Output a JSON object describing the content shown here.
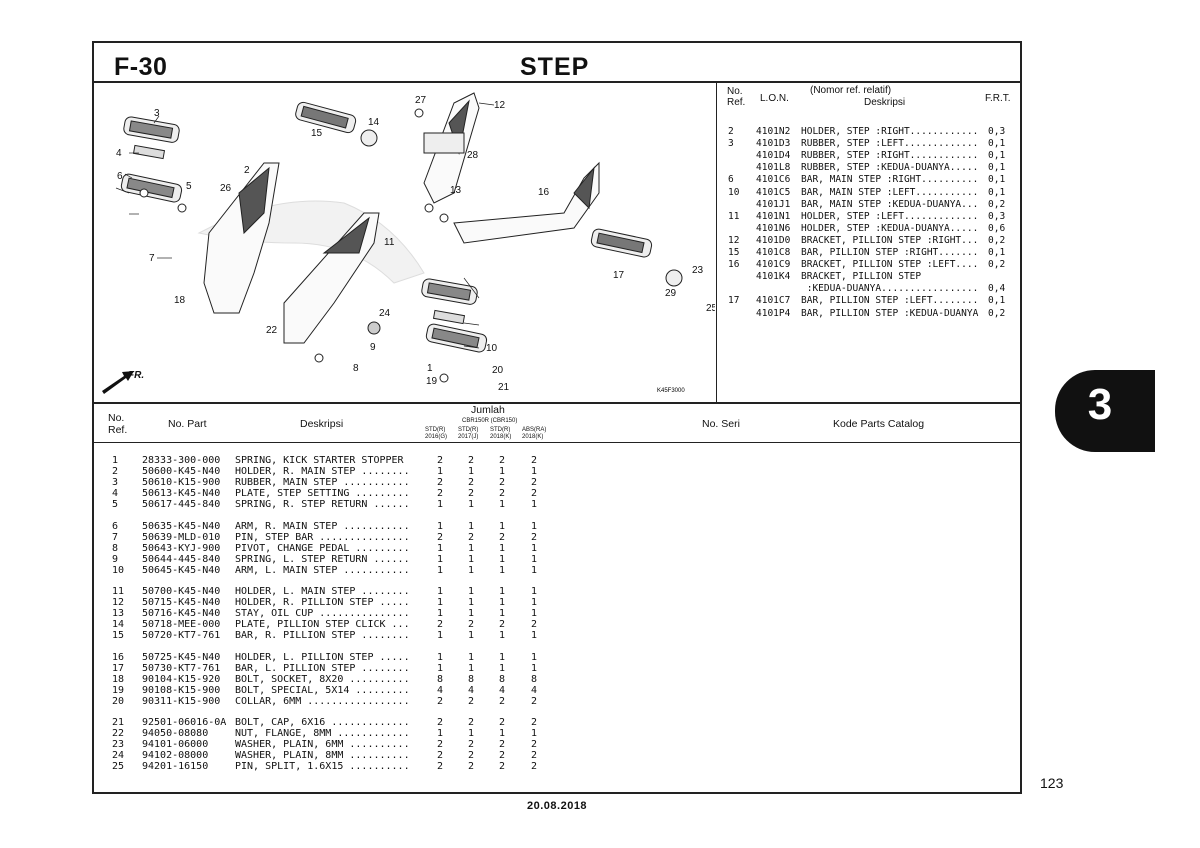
{
  "figure": {
    "code": "F-30",
    "title": "STEP",
    "image_code": "K45F3000",
    "fr_label": "FR."
  },
  "lon_table": {
    "header": {
      "no_ref": "No.\nRef.",
      "lon": "L.O.N.",
      "desc_top": "(Nomor ref. relatif)",
      "desc": "Deskripsi",
      "frt": "F.R.T."
    },
    "rows": [
      {
        "ref": "2",
        "lon": "4101N2",
        "desc": "HOLDER, STEP :RIGHT............",
        "frt": "0,3"
      },
      {
        "ref": "3",
        "lon": "4101D3",
        "desc": "RUBBER, STEP :LEFT.............",
        "frt": "0,1"
      },
      {
        "ref": "",
        "lon": "4101D4",
        "desc": "RUBBER, STEP :RIGHT............",
        "frt": "0,1"
      },
      {
        "ref": "",
        "lon": "4101L8",
        "desc": "RUBBER, STEP :KEDUA-DUANYA.....",
        "frt": "0,1"
      },
      {
        "ref": "6",
        "lon": "4101C6",
        "desc": "BAR, MAIN STEP :RIGHT..........",
        "frt": "0,1"
      },
      {
        "ref": "10",
        "lon": "4101C5",
        "desc": "BAR, MAIN STEP :LEFT...........",
        "frt": "0,1"
      },
      {
        "ref": "",
        "lon": "4101J1",
        "desc": "BAR, MAIN STEP :KEDUA-DUANYA...",
        "frt": "0,2"
      },
      {
        "ref": "11",
        "lon": "4101N1",
        "desc": "HOLDER, STEP :LEFT.............",
        "frt": "0,3"
      },
      {
        "ref": "",
        "lon": "4101N6",
        "desc": "HOLDER, STEP :KEDUA-DUANYA.....",
        "frt": "0,6"
      },
      {
        "ref": "12",
        "lon": "4101D0",
        "desc": "BRACKET, PILLION STEP :RIGHT...",
        "frt": "0,2"
      },
      {
        "ref": "15",
        "lon": "4101C8",
        "desc": "BAR, PILLION STEP :RIGHT.......",
        "frt": "0,1"
      },
      {
        "ref": "16",
        "lon": "4101C9",
        "desc": "BRACKET, PILLION STEP :LEFT....",
        "frt": "0,2"
      },
      {
        "ref": "",
        "lon": "4101K4",
        "desc": "BRACKET, PILLION STEP",
        "frt": ""
      },
      {
        "ref": "",
        "lon": "",
        "desc": " :KEDUA-DUANYA.................",
        "frt": "0,4"
      },
      {
        "ref": "17",
        "lon": "4101C7",
        "desc": "BAR, PILLION STEP :LEFT........",
        "frt": "0,1"
      },
      {
        "ref": "",
        "lon": "4101P4",
        "desc": "BAR, PILLION STEP :KEDUA-DUANYA",
        "frt": "0,2"
      }
    ]
  },
  "parts_table": {
    "header": {
      "no_ref": "No.\nRef.",
      "no_part": "No. Part",
      "desc": "Deskripsi",
      "jumlah": "Jumlah",
      "models": "CBR150R (CBR150)",
      "col1": "STD(R)\n2016(G)",
      "col2": "STD(R)\n2017(J)",
      "col3": "STD(R)\n2018(K)",
      "col4": "ABS(RA)\n2018(K)",
      "no_seri": "No. Seri",
      "kode": "Kode Parts Catalog"
    },
    "rows": [
      {
        "ref": "1",
        "part": "28333-300-000",
        "desc": "SPRING, KICK STARTER STOPPER",
        "q": [
          "2",
          "2",
          "2",
          "2"
        ]
      },
      {
        "ref": "2",
        "part": "50600-K45-N40",
        "desc": "HOLDER, R. MAIN STEP ........",
        "q": [
          "1",
          "1",
          "1",
          "1"
        ]
      },
      {
        "ref": "3",
        "part": "50610-K15-900",
        "desc": "RUBBER, MAIN STEP ...........",
        "q": [
          "2",
          "2",
          "2",
          "2"
        ]
      },
      {
        "ref": "4",
        "part": "50613-K45-N40",
        "desc": "PLATE, STEP SETTING .........",
        "q": [
          "2",
          "2",
          "2",
          "2"
        ]
      },
      {
        "ref": "5",
        "part": "50617-445-840",
        "desc": "SPRING, R. STEP RETURN ......",
        "q": [
          "1",
          "1",
          "1",
          "1"
        ]
      },
      {
        "ref": "6",
        "part": "50635-K45-N40",
        "desc": "ARM, R. MAIN STEP ...........",
        "q": [
          "1",
          "1",
          "1",
          "1"
        ]
      },
      {
        "ref": "7",
        "part": "50639-MLD-010",
        "desc": "PIN, STEP BAR ...............",
        "q": [
          "2",
          "2",
          "2",
          "2"
        ]
      },
      {
        "ref": "8",
        "part": "50643-KYJ-900",
        "desc": "PIVOT, CHANGE PEDAL .........",
        "q": [
          "1",
          "1",
          "1",
          "1"
        ]
      },
      {
        "ref": "9",
        "part": "50644-445-840",
        "desc": "SPRING, L. STEP RETURN ......",
        "q": [
          "1",
          "1",
          "1",
          "1"
        ]
      },
      {
        "ref": "10",
        "part": "50645-K45-N40",
        "desc": "ARM, L. MAIN STEP ...........",
        "q": [
          "1",
          "1",
          "1",
          "1"
        ]
      },
      {
        "ref": "11",
        "part": "50700-K45-N40",
        "desc": "HOLDER, L. MAIN STEP ........",
        "q": [
          "1",
          "1",
          "1",
          "1"
        ]
      },
      {
        "ref": "12",
        "part": "50715-K45-N40",
        "desc": "HOLDER, R. PILLION STEP .....",
        "q": [
          "1",
          "1",
          "1",
          "1"
        ]
      },
      {
        "ref": "13",
        "part": "50716-K45-N40",
        "desc": "STAY, OIL CUP ...............",
        "q": [
          "1",
          "1",
          "1",
          "1"
        ]
      },
      {
        "ref": "14",
        "part": "50718-MEE-000",
        "desc": "PLATE, PILLION STEP CLICK ...",
        "q": [
          "2",
          "2",
          "2",
          "2"
        ]
      },
      {
        "ref": "15",
        "part": "50720-KT7-761",
        "desc": "BAR, R. PILLION STEP ........",
        "q": [
          "1",
          "1",
          "1",
          "1"
        ]
      },
      {
        "ref": "16",
        "part": "50725-K45-N40",
        "desc": "HOLDER, L. PILLION STEP .....",
        "q": [
          "1",
          "1",
          "1",
          "1"
        ]
      },
      {
        "ref": "17",
        "part": "50730-KT7-761",
        "desc": "BAR, L. PILLION STEP ........",
        "q": [
          "1",
          "1",
          "1",
          "1"
        ]
      },
      {
        "ref": "18",
        "part": "90104-K15-920",
        "desc": "BOLT, SOCKET, 8X20 ..........",
        "q": [
          "8",
          "8",
          "8",
          "8"
        ]
      },
      {
        "ref": "19",
        "part": "90108-K15-900",
        "desc": "BOLT, SPECIAL, 5X14 .........",
        "q": [
          "4",
          "4",
          "4",
          "4"
        ]
      },
      {
        "ref": "20",
        "part": "90311-K15-900",
        "desc": "COLLAR, 6MM .................",
        "q": [
          "2",
          "2",
          "2",
          "2"
        ]
      },
      {
        "ref": "21",
        "part": "92501-06016-0A",
        "desc": "BOLT, CAP, 6X16 .............",
        "q": [
          "2",
          "2",
          "2",
          "2"
        ]
      },
      {
        "ref": "22",
        "part": "94050-08080",
        "desc": "NUT, FLANGE, 8MM ............",
        "q": [
          "1",
          "1",
          "1",
          "1"
        ]
      },
      {
        "ref": "23",
        "part": "94101-06000",
        "desc": "WASHER, PLAIN, 6MM ..........",
        "q": [
          "2",
          "2",
          "2",
          "2"
        ]
      },
      {
        "ref": "24",
        "part": "94102-08000",
        "desc": "WASHER, PLAIN, 8MM ..........",
        "q": [
          "2",
          "2",
          "2",
          "2"
        ]
      },
      {
        "ref": "25",
        "part": "94201-16150",
        "desc": "PIN, SPLIT, 1.6X15 ..........",
        "q": [
          "2",
          "2",
          "2",
          "2"
        ]
      }
    ]
  },
  "callouts": [
    "1",
    "2",
    "3",
    "4",
    "5",
    "6",
    "7",
    "8",
    "9",
    "10",
    "11",
    "12",
    "13",
    "14",
    "15",
    "16",
    "17",
    "18",
    "19",
    "20",
    "21",
    "22",
    "23",
    "24",
    "25",
    "26",
    "27",
    "28",
    "29"
  ],
  "section_tab": "3",
  "page_number": "123",
  "date": "20.08.2018"
}
